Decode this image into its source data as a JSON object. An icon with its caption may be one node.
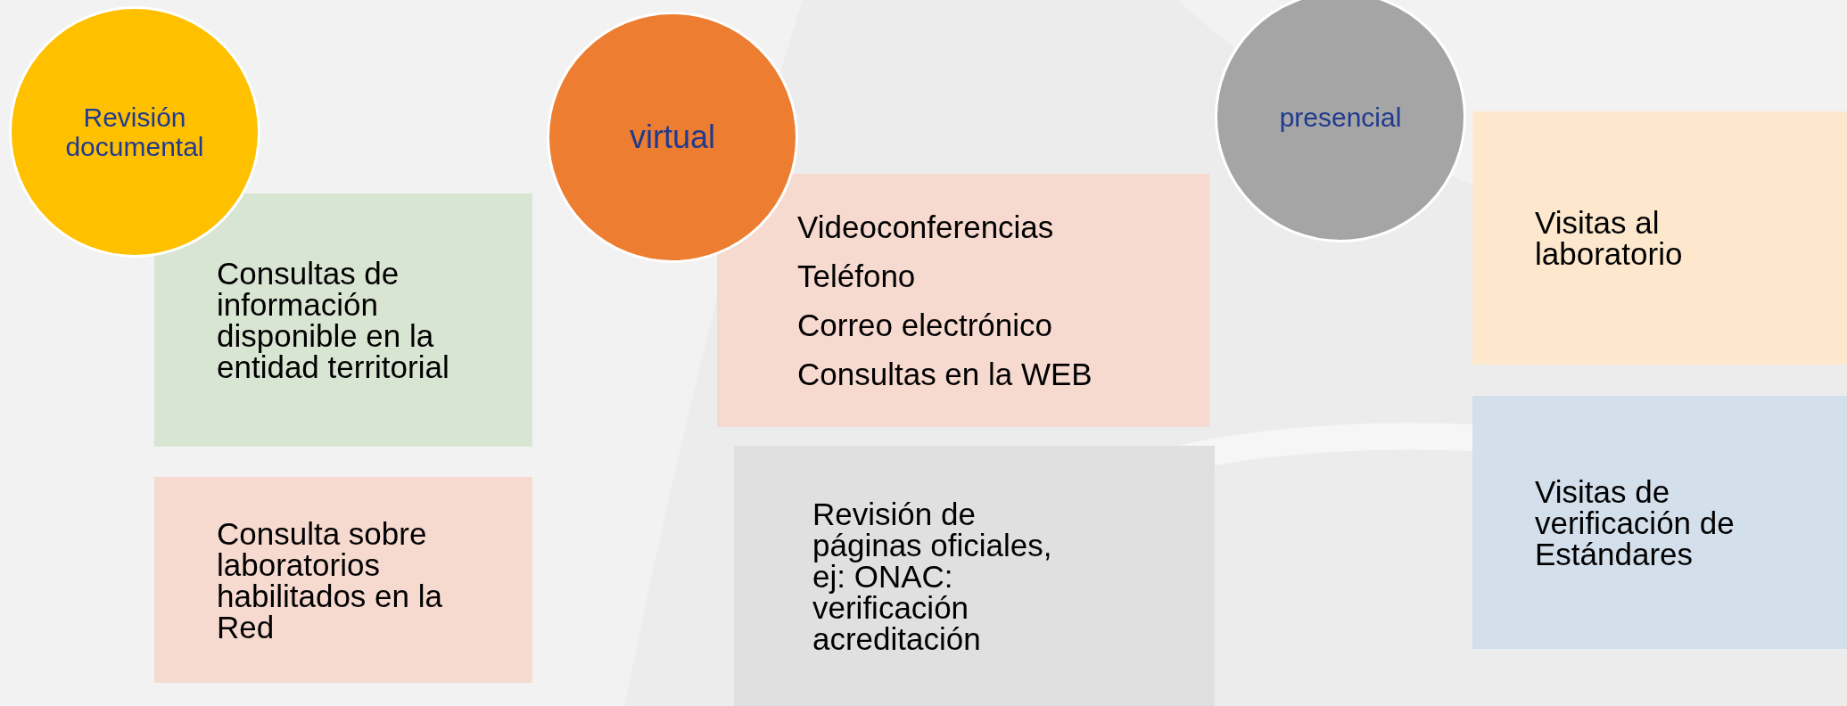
{
  "diagram": {
    "nodes": [
      {
        "text": [
          "Revisión documental"
        ]
      },
      {
        "text": [
          "Consultas de información disponible en la entidad territorial"
        ]
      },
      {
        "text": [
          "Consulta sobre laboratorios habilitados en la Red"
        ]
      },
      {
        "text": [
          "virtual"
        ]
      },
      {
        "text": [
          "Videoconferencias",
          "Teléfono",
          "Correo electrónico",
          "Consultas en la WEB"
        ]
      },
      {
        "text": [
          "Revisión de páginas oficiales, ej: ONAC: verificación acreditación"
        ]
      },
      {
        "text": [
          "presencial"
        ]
      },
      {
        "text": [
          "Visitas al laboratorio"
        ]
      },
      {
        "text": [
          "Visitas de verificación de Estándares"
        ]
      }
    ]
  }
}
